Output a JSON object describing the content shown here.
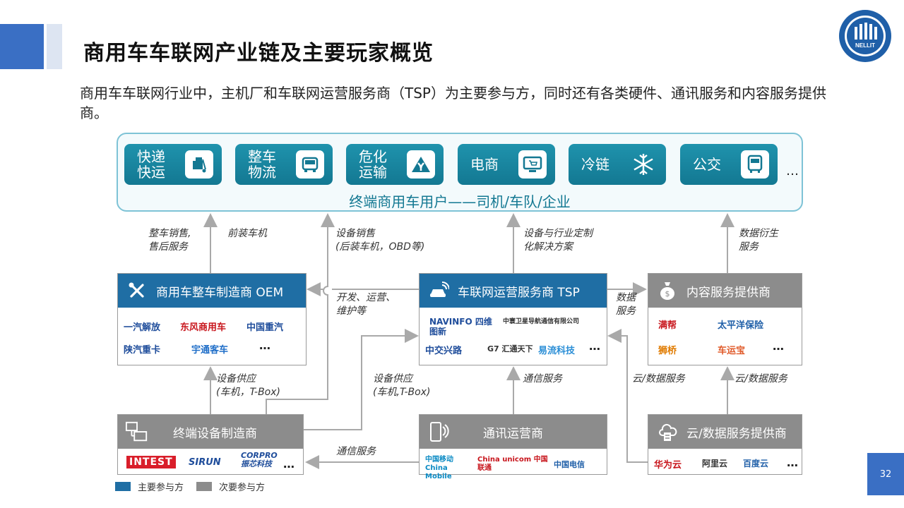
{
  "header": {
    "title": "商用车车联网产业链及主要玩家概览",
    "intro": "商用车车联网行业中，主机厂和车联网运营服务商（TSP）为主要参与方，同时还有各类硬件、通讯服务和内容服务提供商。",
    "logo_text": "NELLIT"
  },
  "users": {
    "tiles": [
      {
        "label": "快递\n快运",
        "icon": "package-icon"
      },
      {
        "label": "整车\n物流",
        "icon": "truck-front-icon"
      },
      {
        "label": "危化\n运输",
        "icon": "hazard-icon"
      },
      {
        "label": "电商",
        "icon": "shopping-cart-screen-icon"
      },
      {
        "label": "冷链",
        "icon": "snowflake-icon"
      },
      {
        "label": "公交",
        "icon": "bus-icon"
      }
    ],
    "more": "…",
    "caption": "终端商用车用户——司机/车队/企业"
  },
  "actors": {
    "oem": {
      "title": "商用车整车制造商 OEM",
      "brands": [
        "一汽解放",
        "东风商用车",
        "中国重汽",
        "陕汽重卡",
        "宇通客车"
      ],
      "more": "…"
    },
    "tsp": {
      "title": "车联网运营服务商 TSP",
      "brands": [
        "NAVINFO 四维图新",
        "中寰卫星导航通信有限公司",
        "中交兴路",
        "G7 汇通天下",
        "易流科技"
      ],
      "more": "…"
    },
    "content": {
      "title": "内容服务提供商",
      "brands": [
        "满帮",
        "太平洋保险",
        "狮桥",
        "车运宝"
      ],
      "more": "…"
    },
    "device": {
      "title": "终端设备制造商",
      "brands": [
        "INTEST",
        "SIRUN",
        "CORPRO 振芯科技"
      ],
      "more": "…"
    },
    "telecom": {
      "title": "通讯运营商",
      "brands": [
        "中国移动 China Mobile",
        "China unicom 中国联通",
        "中国电信"
      ]
    },
    "cloud": {
      "title": "云/数据服务提供商",
      "brands": [
        "华为云",
        "阿里云",
        "百度云"
      ],
      "more": "…"
    }
  },
  "edges": {
    "oem_sales": "整车销售,\n售后服务",
    "oem_preinstall": "前装车机",
    "device_sales": "设备销售\n(后装车机，OBD等)",
    "tsp_solution": "设备与行业定制\n化解决方案",
    "content_derivative": "数据衍生\n服务",
    "dev_ops": "开发、运营、\n维护等",
    "tsp_data": "数据\n服务",
    "device_supply_oem": "设备供应\n(车机，T-Box)",
    "device_supply_tsp": "设备供应\n(车机,T-Box)",
    "telecom_service": "通信服务",
    "cloud_data_tsp": "云/数据服务",
    "cloud_data_content": "云/数据服务",
    "telecom_device": "通信服务"
  },
  "legend": {
    "primary": "主要参与方",
    "secondary": "次要参与方"
  },
  "page_number": "32",
  "colors": {
    "primary": "#1f6ea4",
    "secondary": "#8c8c8c",
    "teal": "#137892",
    "accent": "#3a6fc4"
  }
}
